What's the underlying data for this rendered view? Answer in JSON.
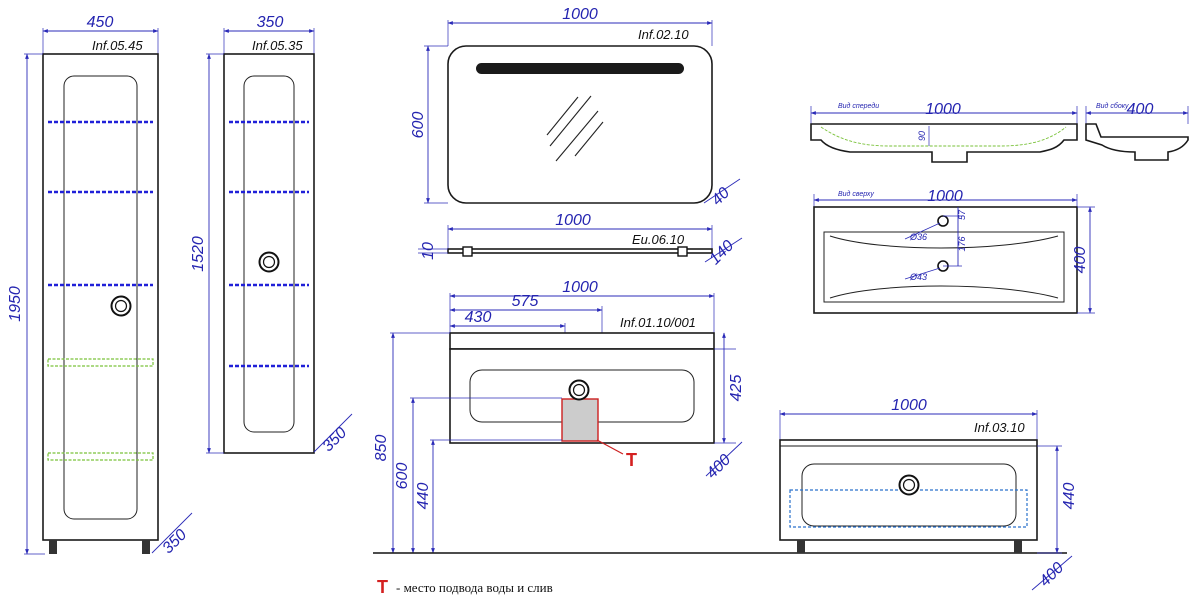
{
  "pencil_case_450": {
    "ref": "Inf.05.45",
    "width": "450",
    "height": "1950",
    "depth": "350"
  },
  "pencil_case_350": {
    "ref": "Inf.05.35",
    "width": "350",
    "height": "1520",
    "depth": "350"
  },
  "mirror": {
    "ref": "Inf.02.10",
    "width": "1000",
    "height": "600",
    "depth": "40"
  },
  "shelf": {
    "ref": "Eu.06.10",
    "width": "1000",
    "thickness": "10",
    "depth": "140"
  },
  "vanity": {
    "ref": "Inf.01.10/001",
    "width": "1000",
    "offset_575": "575",
    "offset_430": "430",
    "height": "425",
    "depth": "400",
    "total_height": "850",
    "mark_600": "600",
    "mark_440": "440",
    "water_mark": "T"
  },
  "sink": {
    "front_view_label": "Вид спереди",
    "side_view_label": "Вид сбоку",
    "top_view_label": "Вид сверху",
    "width_front": "1000",
    "depth_side": "400",
    "width_top": "1000",
    "depth_top": "400",
    "small_90": "90",
    "small_57": "57",
    "small_176": "176",
    "hole_36": "Ø36",
    "hole_43": "Ø43"
  },
  "base_cabinet": {
    "ref": "Inf.03.10",
    "width": "1000",
    "height": "440",
    "depth": "400"
  },
  "legend": {
    "symbol": "T",
    "text": "- место подвода воды и слив"
  },
  "colors": {
    "dimension": "#2424b0",
    "outline": "#1a1a1a",
    "water_mark": "#d42020",
    "shelf_glass_blue": "#2020d8",
    "shelf_glass_green": "#7ac23a"
  }
}
